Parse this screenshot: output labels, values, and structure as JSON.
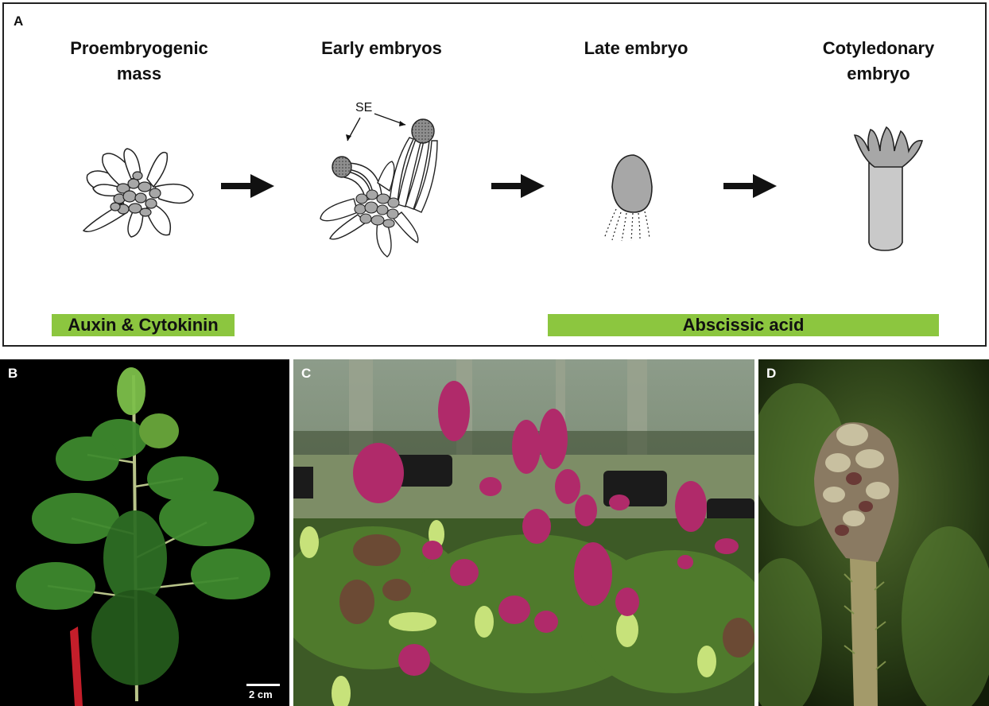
{
  "panel_a": {
    "letter": "A",
    "stages": [
      {
        "title_line1": "Proembryogenic",
        "title_line2": "mass"
      },
      {
        "title_line1": "Early embryos",
        "title_line2": ""
      },
      {
        "title_line1": "Late embryo",
        "title_line2": ""
      },
      {
        "title_line1": "Cotyledonary",
        "title_line2": "embryo"
      }
    ],
    "se_label": "SE",
    "hormones": {
      "auxin_cytokinin": "Auxin & Cytokinin",
      "abscissic_acid": "Abscissic acid"
    },
    "colors": {
      "hormone_bar": "#8cc63f",
      "embryo_fill": "#a7a7a7",
      "cone_pink": "#b02a6a"
    }
  },
  "panel_b": {
    "letter": "B",
    "scale_bar": "2 cm"
  },
  "panel_c": {
    "letter": "C"
  },
  "panel_d": {
    "letter": "D"
  }
}
